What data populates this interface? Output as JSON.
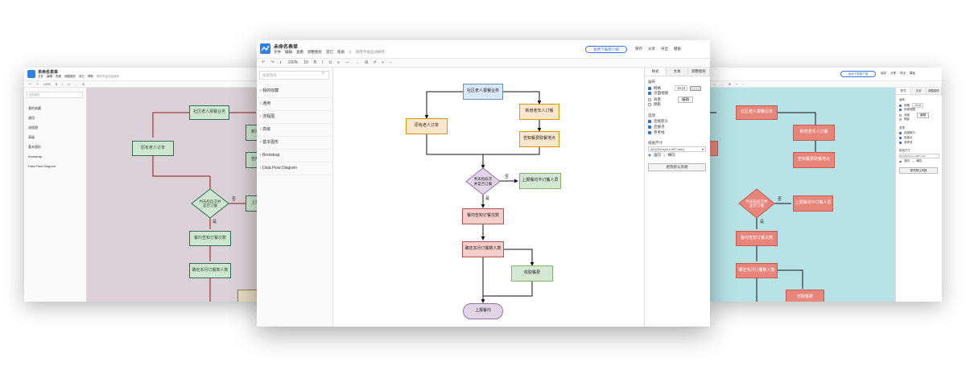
{
  "app": {
    "title": "未命名表单",
    "menus": [
      "文件",
      "编辑",
      "查看",
      "调整图形",
      "其它",
      "帮助"
    ],
    "autosave_note": "修改不会自动保存",
    "upgrade_pill": "免费下载客户端",
    "header_actions": [
      "保存",
      "分享",
      "导出",
      "模板"
    ]
  },
  "toolbar": {
    "zoom": "100%",
    "font_size": "10",
    "icons": [
      "undo-icon",
      "redo-icon",
      "format-icon",
      "bold-icon",
      "italic-icon",
      "underline-icon",
      "align-icon",
      "line-icon",
      "arrow-icon",
      "table-icon",
      "grid-icon",
      "zoom-in-icon",
      "zoom-out-icon"
    ]
  },
  "sidebar": {
    "search_placeholder": "搜索图形",
    "items": [
      "我的收藏",
      "通用",
      "流程图",
      "高级",
      "基本图形",
      "Bootstrap",
      "Data Flow Diagram"
    ]
  },
  "panel": {
    "tabs": [
      "样式",
      "文本",
      "调整图形"
    ],
    "section_grid": "画布",
    "grid_label": "网格",
    "grid_value": "10 pt",
    "page_view_label": "页面视图",
    "background_label": "背景",
    "shadow_label": "阴影",
    "edit_btn": "编辑",
    "options_title": "选项",
    "opt1": "连接箭头",
    "opt2": "连接点",
    "opt3": "参考线",
    "paper_title": "纸张尺寸",
    "paper_value": "A4 (210 mm x 297 mm)",
    "portrait": "竖向",
    "landscape": "横向",
    "reset_btn": "更改默认风格"
  },
  "flowchart": {
    "start": "社区老人报餐业务",
    "nodes": {
      "n_left": "原有老人订单",
      "n_right": "新增老年人订餐",
      "n_right2": "告知餐费取餐地点",
      "decision": "判未指段次并是否订餐",
      "n_reject": "上报餐均不订餐人员",
      "n_a": "餐均告知订餐次数",
      "n_b": "确定本月订餐数人数",
      "n_c": "收取餐费",
      "end": "上报餐均"
    },
    "yes_label": "是",
    "no_label": "否"
  },
  "colors": {
    "accent": "#3b73d9",
    "left_canvas": "#dcd1d6",
    "right_canvas": "#b7e3e6",
    "main_canvas": "#ffffff"
  }
}
